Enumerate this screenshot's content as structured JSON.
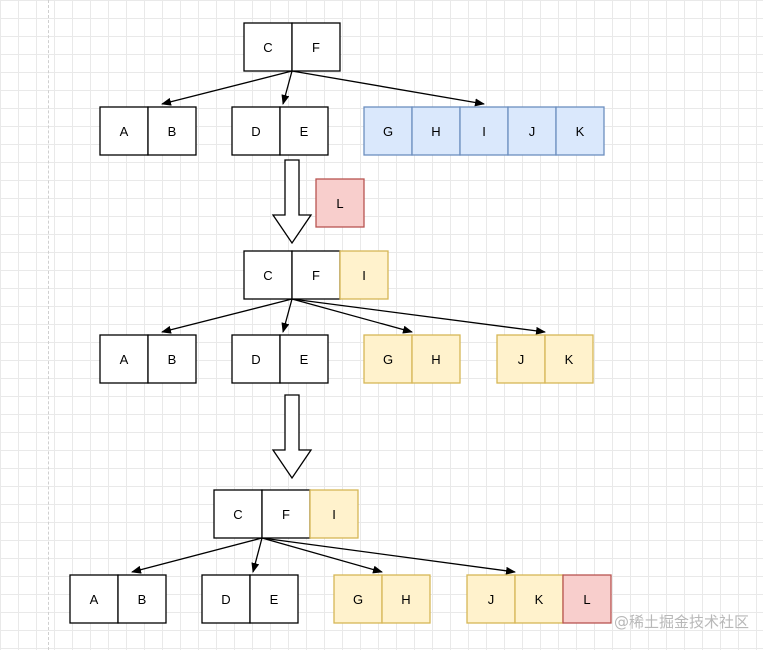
{
  "colors": {
    "default_fill": "#ffffff",
    "default_stroke": "#000000",
    "blue_fill": "#dae8fc",
    "blue_stroke": "#6c8ebf",
    "yellow_fill": "#fff2cc",
    "yellow_stroke": "#d6b656",
    "red_fill": "#f8cecc",
    "red_stroke": "#b85450"
  },
  "stage1": {
    "root": [
      "C",
      "F"
    ],
    "child_left": [
      "A",
      "B"
    ],
    "child_mid": [
      "D",
      "E"
    ],
    "child_right": [
      "G",
      "H",
      "I",
      "J",
      "K"
    ],
    "inserted": [
      "L"
    ]
  },
  "stage2": {
    "root": [
      "C",
      "F",
      "I"
    ],
    "child_1": [
      "A",
      "B"
    ],
    "child_2": [
      "D",
      "E"
    ],
    "child_3": [
      "G",
      "H"
    ],
    "child_4": [
      "J",
      "K"
    ]
  },
  "stage3": {
    "root": [
      "C",
      "F",
      "I"
    ],
    "child_1": [
      "A",
      "B"
    ],
    "child_2": [
      "D",
      "E"
    ],
    "child_3": [
      "G",
      "H"
    ],
    "child_4": [
      "J",
      "K",
      "L"
    ]
  },
  "watermark": "@稀土掘金技术社区"
}
